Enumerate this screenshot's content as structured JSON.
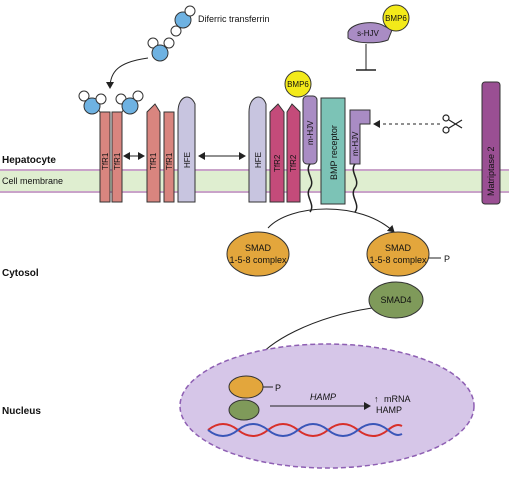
{
  "labels": {
    "hepatocyte": "Hepatocyte",
    "cell_membrane": "Cell membrane",
    "cytosol": "Cytosol",
    "nucleus": "Nucleus",
    "diferric_transferrin": "Diferric transferrin",
    "tfr1": "TfR1",
    "tfr2": "TfR2",
    "hfe": "HFE",
    "bmp6": "BMP6",
    "s_hjv": "s-HJV",
    "m_hjv": "m-HJV",
    "bmp_receptor": "BMP receptor",
    "matriptase2": "Matriptase 2",
    "smad_line1": "SMAD",
    "smad_line2": "1-5-8 complex",
    "phospho": "P",
    "smad4": "SMAD4",
    "hamp": "HAMP",
    "up_arrow": "↑",
    "mrna": "mRNA",
    "hamp_protein": "HAMP"
  },
  "colors": {
    "membrane": "#dfeed0",
    "membrane_line": "#c9a3c9",
    "tfr": "#d9857f",
    "tfr2": "#c44b7a",
    "hfe": "#c8c5e0",
    "hjv": "#a98cc4",
    "bmp6": "#f3ea1a",
    "bmp_receptor": "#7cc3b6",
    "matriptase": "#9a4f93",
    "smad": "#e3a63c",
    "smad4": "#7f9a5a",
    "nucleus_fill": "#d6c6e8",
    "nucleus_border": "#8e5fb3",
    "iron": "#6eb2e2",
    "dna_red": "#d8302a",
    "dna_blue": "#3a56b8"
  },
  "icons": [
    "scissors-icon"
  ]
}
